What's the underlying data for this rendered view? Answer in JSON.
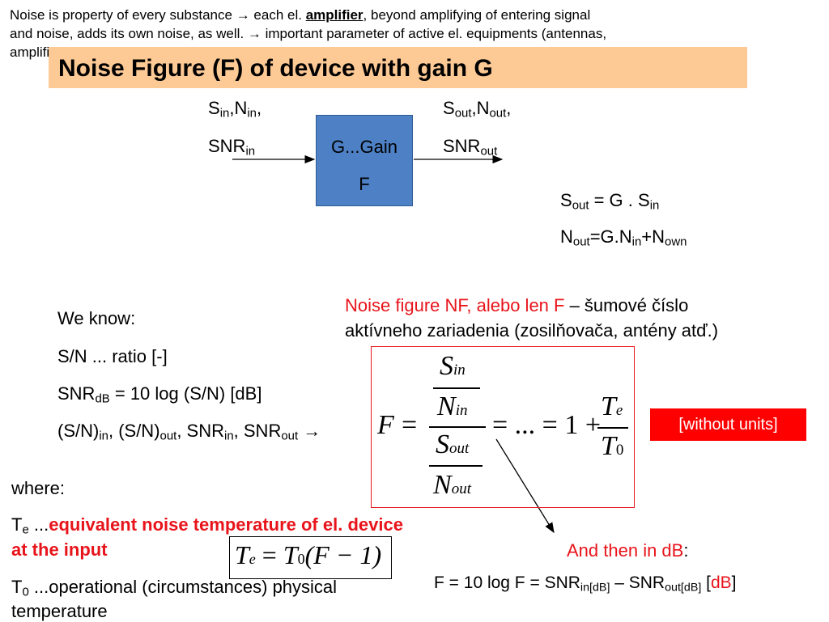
{
  "intro": {
    "line1_a": "Noise is property of every substance ",
    "arrow": "→",
    "line1_b": " each el. ",
    "line1_amplifier": "amplifier",
    "line1_c": ", beyond amplifying of entering signal",
    "line2_a": "and noise, adds its own noise, as well. ",
    "line2_b": " important parameter of active el. equipments (antennas,",
    "line3": "amplifiers, :"
  },
  "title": "Noise Figure (F) of device with gain G",
  "diagram": {
    "in_top": {
      "s": "S",
      "s_sub": "in",
      "sep": ",N",
      "n_sub": "in",
      "tail": ","
    },
    "in_snr": {
      "base": "SNR",
      "sub": "in"
    },
    "box_line1": "G...Gain",
    "box_line2": "F",
    "out_top": {
      "s": "S",
      "s_sub": "out",
      "sep": ",N",
      "n_sub": "out",
      "tail": ","
    },
    "out_snr": {
      "base": "SNR",
      "sub": "out"
    }
  },
  "equations": {
    "sout": {
      "a": "S",
      "a_sub": "out",
      "b": " = G . S",
      "b_sub": "in"
    },
    "nout": {
      "a": "N",
      "a_sub": "out",
      "b": "=G.N",
      "b_sub": "in",
      "c": "+N",
      "c_sub": "own"
    }
  },
  "nf_note": {
    "red": "Noise figure NF, alebo len F",
    "rest": " – šumové číslo",
    "line2": "aktívneho zariadenia (zosilňovača, antény atď.)"
  },
  "we_know": {
    "header": "We know:",
    "ratio": "S/N ... ratio   [-]",
    "snrdb": {
      "a": "SNR",
      "a_sub": "dB",
      "b": " = 10 log (S/N)  [dB]"
    },
    "list": {
      "a": "(S/N)",
      "a_sub": "in",
      "b": ", (S/N)",
      "b_sub": "out",
      "c": ", SNR",
      "c_sub": "in",
      "d": ", SNR",
      "d_sub": "out",
      "arrow": " →"
    }
  },
  "formula": {
    "F": "F",
    "eq": "=",
    "S": "S",
    "in": "in",
    "N": "N",
    "out": "out",
    "eq2": "= ... = 1 +",
    "T": "T",
    "e": "e",
    "zero": "0"
  },
  "units_label": "[without units]",
  "where": {
    "header": "where:",
    "te": {
      "t": "T",
      "sub": "e",
      "dots": " ...",
      "red1": "equivalent noise temperature of el. device",
      "red2": "at the input"
    },
    "t0": {
      "t": "T",
      "sub": "0",
      "rest": " ...operational (circumstances) physical",
      "line2": "temperature"
    }
  },
  "te_formula": {
    "T": "T",
    "e": "e",
    "eq": "=",
    "T0": "T",
    "zero": "0",
    "paren": "(F − 1)"
  },
  "db_note": {
    "red": "And then in dB",
    "colon": ":",
    "a": "F = 10 log F = SNR",
    "a_sub": "in[dB]",
    "b": " – SNR",
    "b_sub": "out[dB]",
    "c": " [",
    "c_red": "dB",
    "d": "]"
  }
}
